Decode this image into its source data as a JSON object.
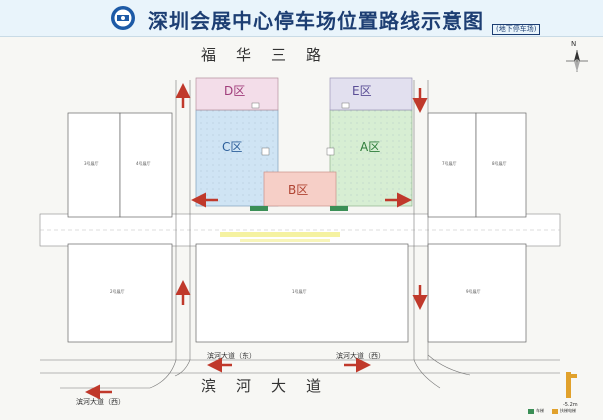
{
  "header": {
    "title": "深圳会展中心停车场位置路线示意图",
    "subtitle": "(地下停车场)"
  },
  "streets": {
    "north": "福华三路",
    "south": "滨河大道"
  },
  "zones": {
    "a": "A区",
    "b": "B区",
    "c": "C区",
    "d": "D区",
    "e": "E区"
  },
  "halls": {
    "h1": "1号展厅",
    "h2": "2号展厅",
    "h3": "3号展厅",
    "h4": "4号展厅",
    "h7": "7号展厅",
    "h8": "8号展厅",
    "h9": "9号展厅"
  },
  "roads": {
    "east": "滨河大道（东）",
    "west_mid": "滨河大道（西）",
    "west_bottom": "滨河大道（西）"
  },
  "compass": {
    "north": "N"
  },
  "depth": "-5.2m",
  "legend": [
    {
      "icon": "entrance-icon",
      "label": "车梯"
    },
    {
      "icon": "exit-icon",
      "label": "扶梯电梯"
    }
  ],
  "colors": {
    "zone_c": "#cfe4f4",
    "zone_a": "#d7eed3",
    "zone_b": "#f6cfc7",
    "zone_d": "#f3dde9",
    "zone_e": "#e2e0ef",
    "arrow": "#c0392b"
  }
}
